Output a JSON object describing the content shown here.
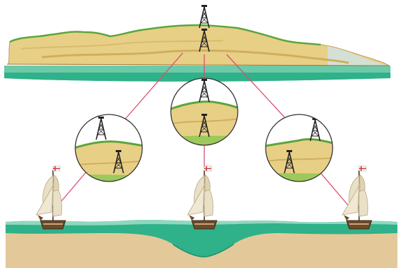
{
  "colors": {
    "background": "#ffffff",
    "land": "#e8cf86",
    "land_shade": "#cfae5e",
    "grass": "#5aa63c",
    "grass_light": "#9cc95a",
    "water": "#2fb189",
    "water_light": "#8fd8bd",
    "sand": "#e3c99a",
    "sightline": "#d9506e",
    "tower": "#222222",
    "sail": "#e9e0c8",
    "hull": "#6b4a2b",
    "flag": "#d23b3b"
  },
  "scene": {
    "coastline": {
      "icon": "coastline-hills-illustration"
    },
    "towers": {
      "icon": "leading-mark-towers-icon",
      "count": 2
    },
    "ships": [
      {
        "position": "left",
        "icon": "sailing-ship-icon"
      },
      {
        "position": "center",
        "icon": "sailing-ship-icon"
      },
      {
        "position": "right",
        "icon": "sailing-ship-icon"
      }
    ],
    "views": [
      {
        "position": "left",
        "alignment": "front-tower-right-of-rear"
      },
      {
        "position": "center",
        "alignment": "towers-aligned"
      },
      {
        "position": "right",
        "alignment": "front-tower-left-of-rear"
      }
    ],
    "channel": {
      "icon": "seabed-channel-illustration"
    }
  }
}
